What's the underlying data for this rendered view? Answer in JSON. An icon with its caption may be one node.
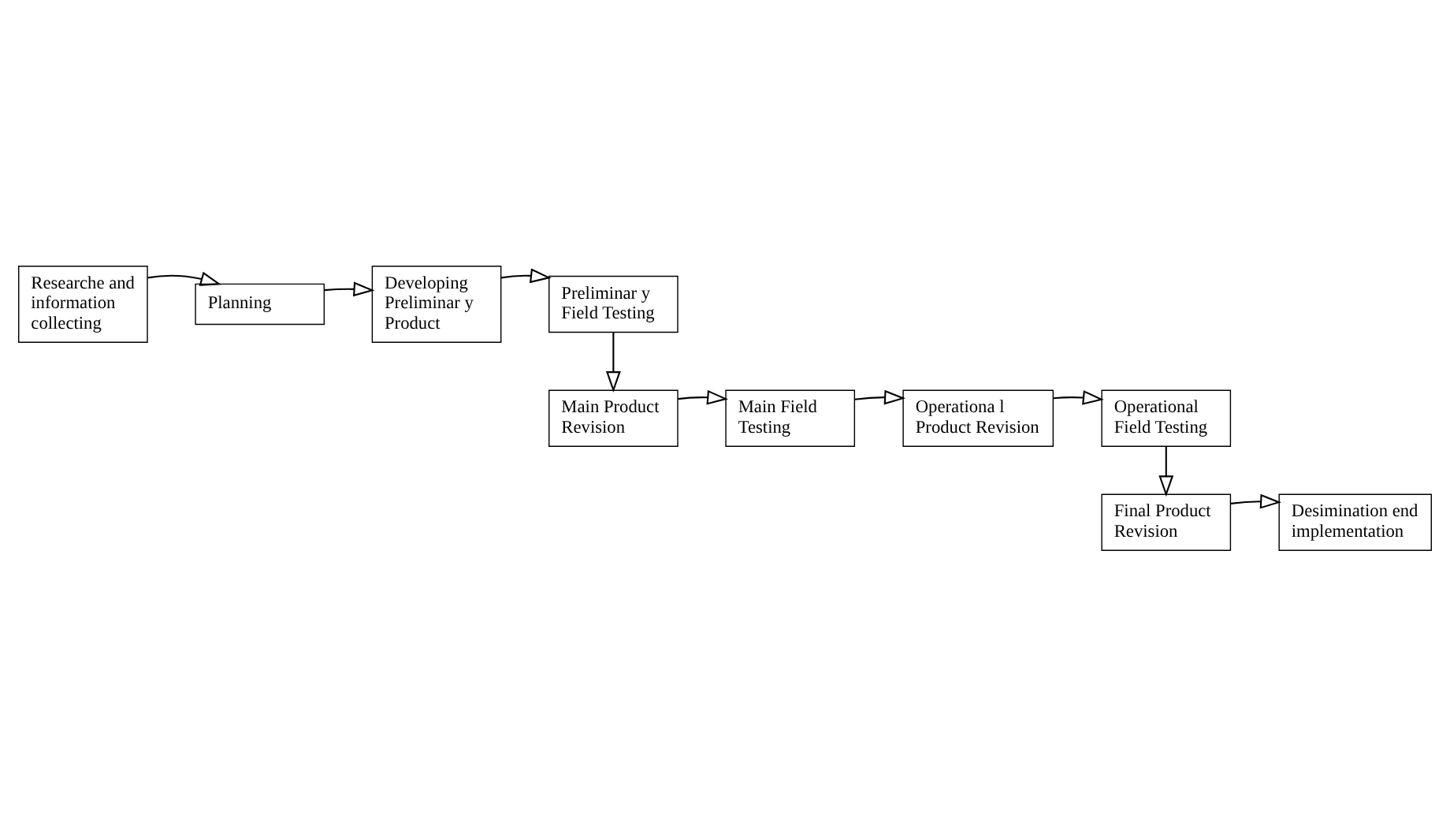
{
  "diagram": {
    "nodes": [
      {
        "text": [
          "Researche and information collecting"
        ]
      },
      {
        "text": [
          "Planning"
        ]
      },
      {
        "text": [
          "Developing Preliminar y Product"
        ]
      },
      {
        "text": [
          "Preliminar y Field Testing"
        ]
      },
      {
        "text": [
          "Main Product Revision"
        ]
      },
      {
        "text": [
          "Main Field Testing"
        ]
      },
      {
        "text": [
          "Operationa l Product Revision"
        ]
      },
      {
        "text": [
          "Operational Field Testing"
        ]
      },
      {
        "text": [
          "Final Product Revision"
        ]
      },
      {
        "text": [
          "Desimination end implementation"
        ]
      }
    ],
    "edges": [
      {
        "from": 0,
        "to": 1,
        "arrow": "to"
      },
      {
        "from": 1,
        "to": 2,
        "arrow": "to"
      },
      {
        "from": 2,
        "to": 3,
        "arrow": "to"
      },
      {
        "from": 3,
        "to": 4,
        "arrow": "to"
      },
      {
        "from": 4,
        "to": 5,
        "arrow": "to"
      },
      {
        "from": 5,
        "to": 6,
        "arrow": "to"
      },
      {
        "from": 6,
        "to": 7,
        "arrow": "to"
      },
      {
        "from": 7,
        "to": 8,
        "arrow": "to"
      },
      {
        "from": 8,
        "to": 9,
        "arrow": "to"
      }
    ]
  }
}
